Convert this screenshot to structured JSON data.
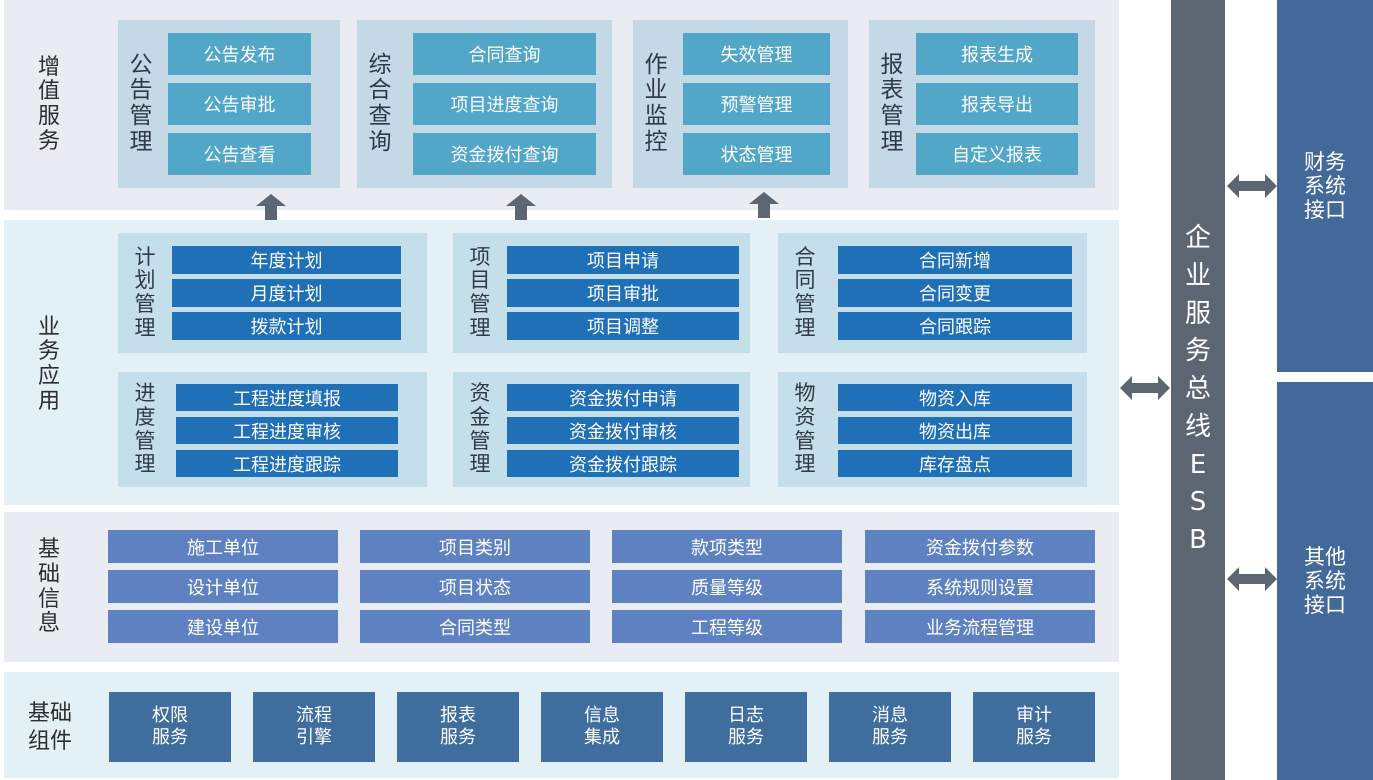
{
  "value_added": {
    "label": "增值服务",
    "groups": [
      {
        "name": "公告管理",
        "items": [
          "公告发布",
          "公告审批",
          "公告查看"
        ]
      },
      {
        "name": "综合查询",
        "items": [
          "合同查询",
          "项目进度查询",
          "资金拨付查询"
        ]
      },
      {
        "name": "作业监控",
        "items": [
          "失效管理",
          "预警管理",
          "状态管理"
        ]
      },
      {
        "name": "报表管理",
        "items": [
          "报表生成",
          "报表导出",
          "自定义报表"
        ]
      }
    ]
  },
  "business": {
    "label": "业务应用",
    "groups": [
      {
        "name": "计划管理",
        "items": [
          "年度计划",
          "月度计划",
          "拨款计划"
        ]
      },
      {
        "name": "项目管理",
        "items": [
          "项目申请",
          "项目审批",
          "项目调整"
        ]
      },
      {
        "name": "合同管理",
        "items": [
          "合同新增",
          "合同变更",
          "合同跟踪"
        ]
      },
      {
        "name": "进度管理",
        "items": [
          "工程进度填报",
          "工程进度审核",
          "工程进度跟踪"
        ]
      },
      {
        "name": "资金管理",
        "items": [
          "资金拨付申请",
          "资金拨付审核",
          "资金拨付跟踪"
        ]
      },
      {
        "name": "物资管理",
        "items": [
          "物资入库",
          "物资出库",
          "库存盘点"
        ]
      }
    ]
  },
  "base_info": {
    "label": "基础信息",
    "columns": [
      [
        "施工单位",
        "设计单位",
        "建设单位"
      ],
      [
        "项目类别",
        "项目状态",
        "合同类型"
      ],
      [
        "款项类型",
        "质量等级",
        "工程等级"
      ],
      [
        "资金拨付参数",
        "系统规则设置",
        "业务流程管理"
      ]
    ]
  },
  "components": {
    "label": "基础组件",
    "items": [
      [
        "权限",
        "服务"
      ],
      [
        "流程",
        "引擎"
      ],
      [
        "报表",
        "服务"
      ],
      [
        "信息",
        "集成"
      ],
      [
        "日志",
        "服务"
      ],
      [
        "消息",
        "服务"
      ],
      [
        "审计",
        "服务"
      ]
    ]
  },
  "esb": {
    "label": "企业服务总线ESB"
  },
  "interfaces": [
    {
      "label": "财务系统接口"
    },
    {
      "label": "其他系统接口"
    }
  ],
  "colors": {
    "value_panel": "#e9ecf3",
    "business_panel": "#e3f0f5",
    "value_button": "#52a6c8",
    "business_button": "#1f70b6",
    "info_button": "#5e82c1",
    "component_button": "#3f6d9d",
    "esb": "#5c6673",
    "interface": "#43699b"
  }
}
